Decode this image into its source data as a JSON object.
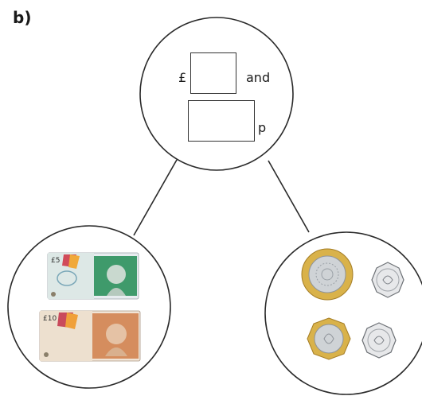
{
  "part_label": "b)",
  "top_circle": {
    "pound_symbol": "£",
    "and_word": "and",
    "pence_symbol": "p"
  },
  "notes": [
    {
      "kind": "five-pound-note",
      "denomination": "5",
      "currency_symbol": "£",
      "color": "#3f9a6b"
    },
    {
      "kind": "ten-pound-note",
      "denomination": "10",
      "currency_symbol": "£",
      "color": "#d58d5e"
    }
  ],
  "coins": [
    {
      "kind": "two-pound-coin"
    },
    {
      "kind": "twenty-pence-coin"
    },
    {
      "kind": "one-pound-coin"
    },
    {
      "kind": "twenty-pence-coin"
    }
  ],
  "colors": {
    "line": "#2a2a2a",
    "gold": "#d9b24a",
    "silver": "#c8c8c8",
    "five_note": "#3f9a6b",
    "ten_note": "#d58d5e"
  }
}
